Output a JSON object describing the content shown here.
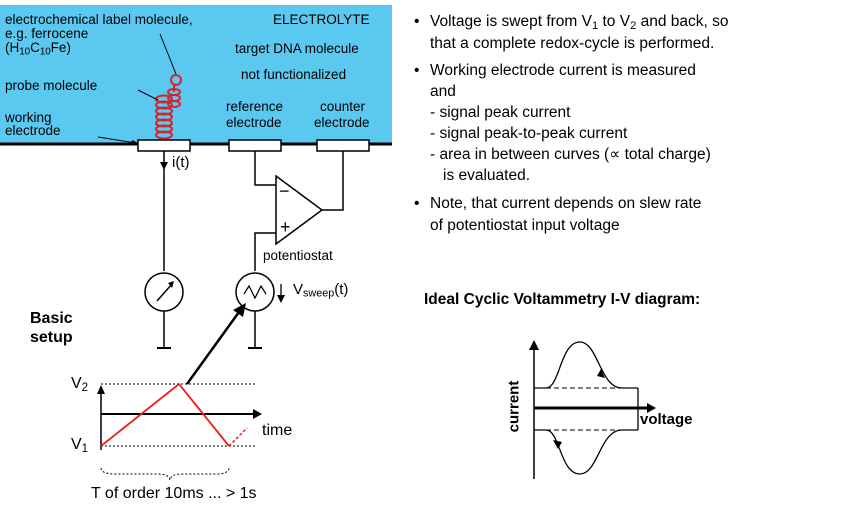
{
  "electrolyte_box": {
    "title": "ELECTROLYTE",
    "label_molecule_line1": "electrochemical label molecule,",
    "label_molecule_line2": "e.g. ferrocene",
    "label_molecule_formula": {
      "p1": "(H",
      "s1": "10",
      "p2": "C",
      "s2": "10",
      "p3": "Fe)"
    },
    "probe_molecule": "probe molecule",
    "working_electrode_line1": "working",
    "working_electrode_line2": "electrode",
    "target_dna": "target DNA molecule",
    "not_functionalized": "not functionalized",
    "reference_electrode_line1": "reference",
    "reference_electrode_line2": "electrode",
    "counter_electrode_line1": "counter",
    "counter_electrode_line2": "electrode",
    "background_color": "#5bc8f0"
  },
  "circuit": {
    "current_label": "i(t)",
    "potentiostat": "potentiostat",
    "opamp_minus": "−",
    "opamp_plus": "+",
    "vsweep": {
      "p1": "V",
      "sub": "sweep",
      "p2": "(t)"
    },
    "basic_setup_line1": "Basic",
    "basic_setup_line2": "setup"
  },
  "sweep_plot": {
    "v2": {
      "main": "V",
      "sub": "2"
    },
    "v1": {
      "main": "V",
      "sub": "1"
    },
    "time_label": "time",
    "period_label": "T of order 10ms ... > 1s",
    "line_color": "#e8221b"
  },
  "bullets": [
    {
      "segments": [
        "Voltage is swept from V",
        "1",
        " to V",
        "2",
        " and back, so"
      ]
    },
    {
      "segments": [
        "Working electrode current is measured"
      ]
    },
    {
      "segments": [
        "Note, that current depends on slew rate"
      ]
    }
  ],
  "bullet_continuations": {
    "b1_line2": "that a complete redox-cycle is performed.",
    "b2_line2": "and",
    "b2_sub1": "- signal peak current",
    "b2_sub2": "- signal peak-to-peak current",
    "b2_sub3": "- area in between curves (∝ total charge)",
    "b2_line6": "is evaluated.",
    "b3_line2": "of potentiostat input voltage"
  },
  "iv_diagram": {
    "title": "Ideal Cyclic Voltammetry I-V diagram:",
    "y_label": "current",
    "x_label": "voltage"
  }
}
